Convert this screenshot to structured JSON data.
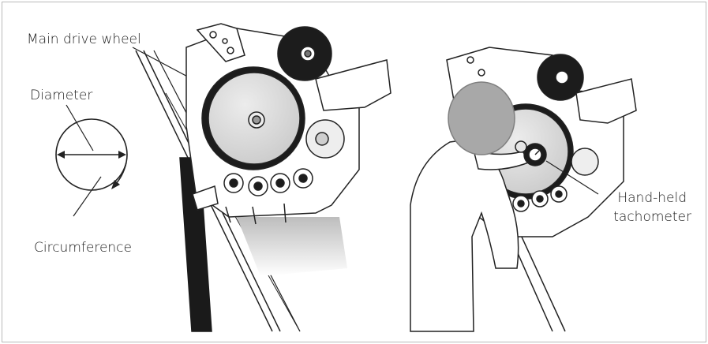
{
  "labels": {
    "main_drive_wheel": "Main drive wheel",
    "diameter": "Diameter",
    "circumference": "Circumference",
    "tachometer_line1": "Hand-held",
    "tachometer_line2": "tachometer"
  },
  "colors": {
    "line": "#222222",
    "wheel_fill": "#d9d9d9",
    "shade": "#c8c8c8",
    "hair": "#a8a8a8",
    "frame": "#b9b9b9"
  }
}
